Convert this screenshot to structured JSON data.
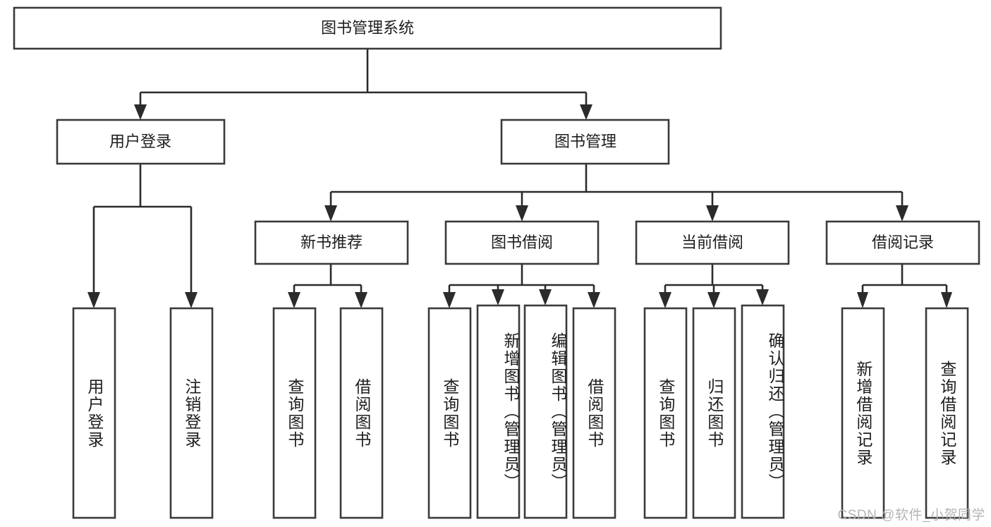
{
  "diagram": {
    "type": "tree-hierarchy",
    "title": "图书管理系统",
    "watermark": "CSDN @软件_小贺同学",
    "colors": {
      "box_stroke": "#3a3a3a",
      "edge_stroke": "#2b2b2b",
      "box_fill": "#ffffff",
      "text": "#1d1d1d",
      "watermark": "#b4b4b4",
      "background": "#ffffff"
    },
    "levels": {
      "root": {
        "label": "图书管理系统",
        "orientation": "horizontal"
      },
      "level2": [
        {
          "id": "user-login",
          "label": "用户登录",
          "orientation": "horizontal"
        },
        {
          "id": "book-management",
          "label": "图书管理",
          "orientation": "horizontal"
        }
      ],
      "level3": [
        {
          "id": "new-book-recommend",
          "label": "新书推荐",
          "orientation": "horizontal",
          "parent": "book-management"
        },
        {
          "id": "book-borrow",
          "label": "图书借阅",
          "orientation": "horizontal",
          "parent": "book-management"
        },
        {
          "id": "current-borrow",
          "label": "当前借阅",
          "orientation": "horizontal",
          "parent": "book-management"
        },
        {
          "id": "borrow-record",
          "label": "借阅记录",
          "orientation": "horizontal",
          "parent": "book-management"
        }
      ],
      "leaves": [
        {
          "id": "leaf-user-login",
          "label": "用户登录",
          "parent": "user-login",
          "orientation": "vertical"
        },
        {
          "id": "leaf-logout-login",
          "label": "注销登录",
          "parent": "user-login",
          "orientation": "vertical"
        },
        {
          "id": "leaf-query-book-1",
          "label": "查询图书",
          "parent": "new-book-recommend",
          "orientation": "vertical"
        },
        {
          "id": "leaf-borrow-book-1",
          "label": "借阅图书",
          "parent": "new-book-recommend",
          "orientation": "vertical"
        },
        {
          "id": "leaf-query-book-2",
          "label": "查询图书",
          "parent": "book-borrow",
          "orientation": "vertical"
        },
        {
          "id": "leaf-add-book",
          "label": "新增图书（管理员）",
          "parent": "book-borrow",
          "orientation": "vertical"
        },
        {
          "id": "leaf-edit-book",
          "label": "编辑图书（管理员）",
          "parent": "book-borrow",
          "orientation": "vertical"
        },
        {
          "id": "leaf-borrow-book-2",
          "label": "借阅图书",
          "parent": "book-borrow",
          "orientation": "vertical"
        },
        {
          "id": "leaf-query-book-3",
          "label": "查询图书",
          "parent": "current-borrow",
          "orientation": "vertical"
        },
        {
          "id": "leaf-return-book",
          "label": "归还图书",
          "parent": "current-borrow",
          "orientation": "vertical"
        },
        {
          "id": "leaf-confirm-return",
          "label": "确认归还（管理员）",
          "parent": "current-borrow",
          "orientation": "vertical"
        },
        {
          "id": "leaf-add-record",
          "label": "新增借阅记录",
          "parent": "borrow-record",
          "orientation": "vertical"
        },
        {
          "id": "leaf-query-record",
          "label": "查询借阅记录",
          "parent": "borrow-record",
          "orientation": "vertical"
        }
      ]
    }
  }
}
